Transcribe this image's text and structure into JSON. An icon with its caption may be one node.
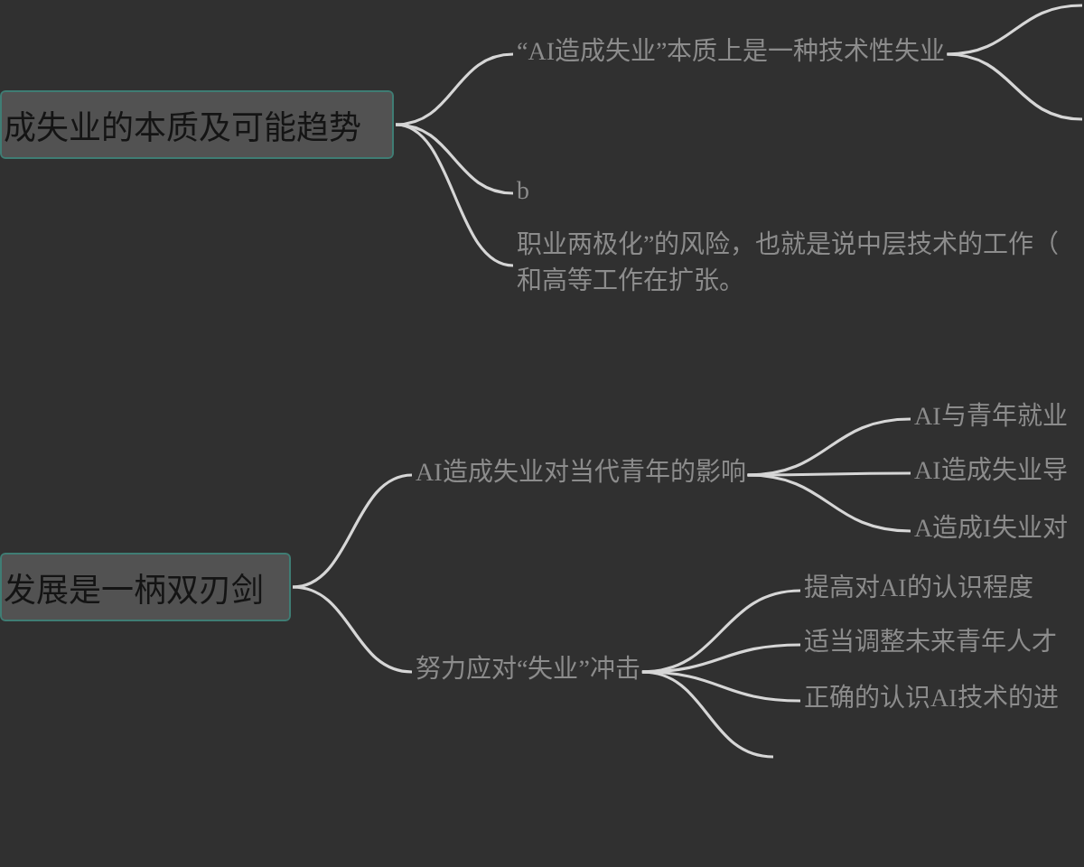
{
  "diagram": {
    "nodes": [
      {
        "text": [
          "成失业的本质及可能趋势"
        ]
      },
      {
        "text": [
          "“AI造成失业”本质上是一种技术性失业"
        ]
      },
      {
        "text": [
          "b"
        ]
      },
      {
        "text": [
          "职业两极化”的风险，也就是说中层技术的工作（和高等工作在扩张。"
        ]
      },
      {
        "text": [
          "发展是一柄双刃剑"
        ]
      },
      {
        "text": [
          "AI造成失业对当代青年的影响"
        ]
      },
      {
        "text": [
          "努力应对“失业”冲击"
        ]
      },
      {
        "text": [
          "AI与青年就业"
        ]
      },
      {
        "text": [
          "AI造成失业导"
        ]
      },
      {
        "text": [
          "A造成I失业对"
        ]
      },
      {
        "text": [
          "提高对AI的认识程度"
        ]
      },
      {
        "text": [
          "适当调整未来青年人才"
        ]
      },
      {
        "text": [
          "正确的认识AI技术的进"
        ]
      }
    ],
    "edges": [
      {
        "from": 0,
        "to": 1,
        "arrow": "none"
      },
      {
        "from": 0,
        "to": 2,
        "arrow": "none"
      },
      {
        "from": 0,
        "to": 3,
        "arrow": "none"
      },
      {
        "from": 1,
        "to": null,
        "arrow": "none"
      },
      {
        "from": 1,
        "to": null,
        "arrow": "none"
      },
      {
        "from": 4,
        "to": 5,
        "arrow": "none"
      },
      {
        "from": 4,
        "to": 6,
        "arrow": "none"
      },
      {
        "from": 5,
        "to": 7,
        "arrow": "none"
      },
      {
        "from": 5,
        "to": 8,
        "arrow": "none"
      },
      {
        "from": 5,
        "to": 9,
        "arrow": "none"
      },
      {
        "from": 6,
        "to": 10,
        "arrow": "none"
      },
      {
        "from": 6,
        "to": 11,
        "arrow": "none"
      },
      {
        "from": 6,
        "to": 12,
        "arrow": "none"
      },
      {
        "from": 6,
        "to": null,
        "arrow": "none"
      }
    ]
  }
}
